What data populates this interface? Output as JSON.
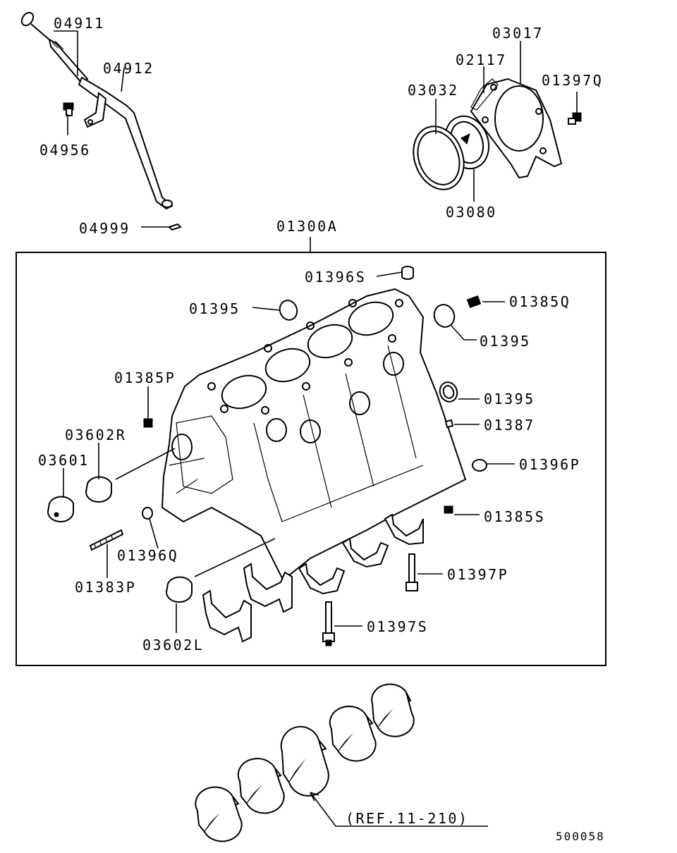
{
  "labels": {
    "p04911": "04911",
    "p04912": "04912",
    "p04956": "04956",
    "p04999": "04999",
    "p03017": "03017",
    "p02117": "02117",
    "p03032": "03032",
    "p01397Q": "01397Q",
    "p03080": "03080",
    "p01300A": "01300A",
    "p01396S": "01396S",
    "p01395_top": "01395",
    "p01385Q": "01385Q",
    "p01395_right": "01395",
    "p01385P": "01385P",
    "p01395_mid": "01395",
    "p03602R": "03602R",
    "p01387": "01387",
    "p03601": "03601",
    "p01396P": "01396P",
    "p01385S": "01385S",
    "p01396Q": "01396Q",
    "p01397P": "01397P",
    "p01383P": "01383P",
    "p01397S": "01397S",
    "p03602L": "03602L",
    "ref": "(REF.11-210)"
  },
  "diagram_code": "500058"
}
